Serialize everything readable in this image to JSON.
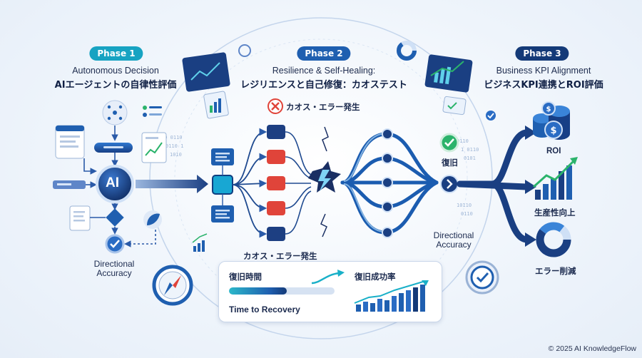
{
  "phases": [
    {
      "badge": "Phase 1",
      "title_en": "Autonomous Decision",
      "title_jp": "AIエージェントの自律性評価",
      "badge_color": "#17a3c2"
    },
    {
      "badge": "Phase 2",
      "title_en": "Resilience & Self-Healing:",
      "title_jp": "レジリエンスと自己修復：カオステスト",
      "badge_color": "#1f5fb0"
    },
    {
      "badge": "Phase 3",
      "title_en": "Business KPI Alignment",
      "title_jp": "ビジネスKPI連携とROI評価",
      "badge_color": "#143a78"
    }
  ],
  "phase1": {
    "ai_label": "AI",
    "metric_line1": "Directional",
    "metric_line2": "Accuracy"
  },
  "phase2": {
    "chaos_top": "カオス・エラー発生",
    "chaos_bottom": "カオス・エラー発生",
    "recovered": "復旧",
    "metric_line1": "Directional",
    "metric_line2": "Accuracy"
  },
  "metrics_panel": {
    "recovery_time_label": "復旧時間",
    "recovery_time_en": "Time to Recovery",
    "recovery_time_fill": 0.55,
    "success_rate_label": "復旧成功率"
  },
  "phase3": {
    "roi": "ROI",
    "productivity": "生産性向上",
    "error_reduction": "エラー削減"
  },
  "footer": {
    "copyright": "© 2025 AI KnowledgeFlow"
  },
  "colors": {
    "navy": "#143a78",
    "blue": "#1f5fb0",
    "cyan": "#17a3c2",
    "red": "#e0443a",
    "green": "#2bb36b"
  }
}
